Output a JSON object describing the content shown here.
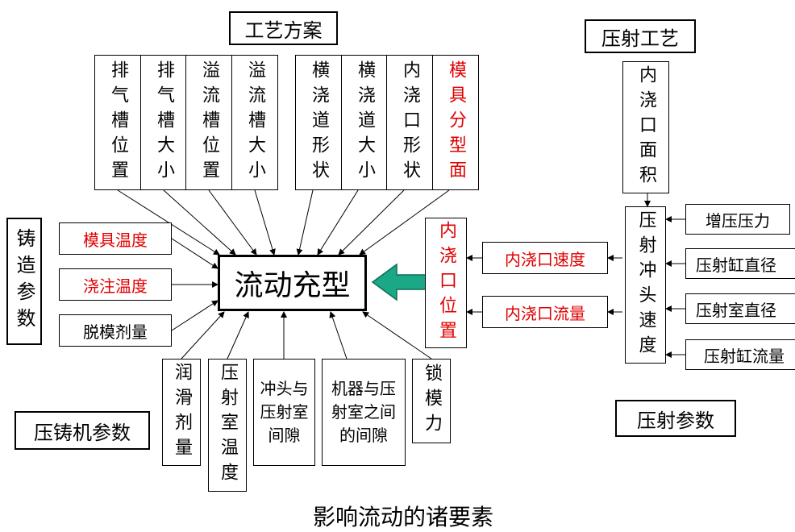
{
  "headers": {
    "process_plan": "工艺方案",
    "injection_process": "压射工艺",
    "casting_params": "铸造参数",
    "machine_params": "压铸机参数",
    "injection_params": "压射参数"
  },
  "center": "流动充型",
  "caption": "影响流动的诸要素",
  "top_factors": [
    "排气槽位置",
    "排气槽大小",
    "溢流槽位置",
    "溢流槽大小",
    "横浇道形状",
    "横浇道大小",
    "内浇口形状",
    "模具分型面"
  ],
  "left_factors": [
    "模具温度",
    "浇注温度",
    "脱模剂量"
  ],
  "bottom_factors": [
    "润滑剂量",
    "压射室温度",
    "冲头与压射室间隙",
    "机器与压射室之间的间隙",
    "锁模力"
  ],
  "right_chain": {
    "gate_position": "内浇口位置",
    "gate_speed": "内浇口速度",
    "gate_flow": "内浇口流量",
    "gate_area": "内浇口面积",
    "plunger_speed": "压射冲头速度"
  },
  "far_right": [
    "增压压力",
    "压射缸直径",
    "压射室直径",
    "压射缸流量"
  ],
  "colors": {
    "highlight": "#e00000",
    "big_arrow": "#1aa886"
  }
}
